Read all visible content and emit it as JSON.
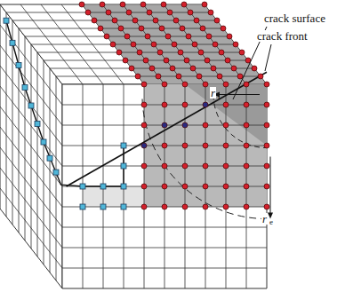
{
  "diagram": {
    "labels": [
      "crack surface",
      "crack front",
      "r",
      "i",
      "r",
      "e"
    ]
  }
}
